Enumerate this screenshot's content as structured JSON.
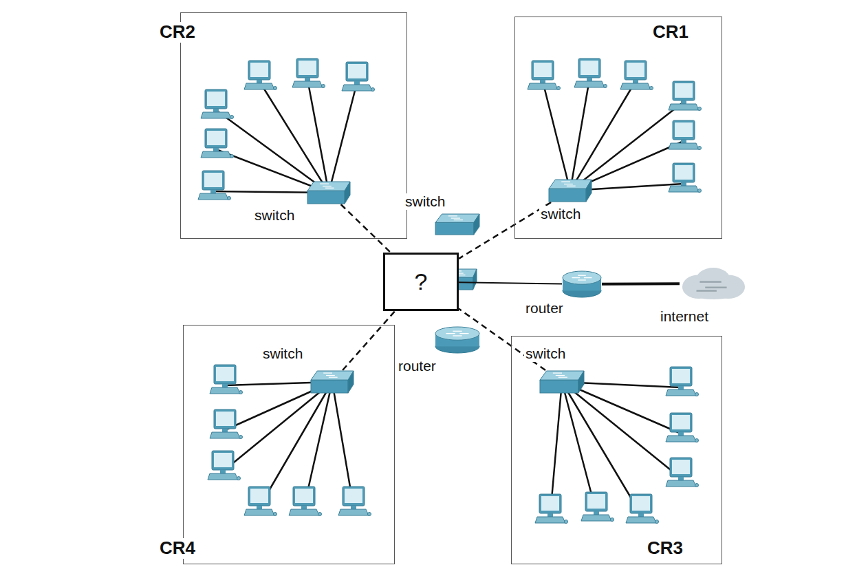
{
  "diagram": {
    "nodes": [
      {
        "text": [
          "CR2"
        ]
      },
      {
        "text": [
          "CR1"
        ]
      },
      {
        "text": [
          "switch"
        ],
        "in": 0
      },
      {
        "text": [
          "switch"
        ],
        "in": 1
      },
      {
        "text": [
          "switch"
        ]
      },
      {
        "text": [
          "?"
        ]
      },
      {
        "text": [
          "router"
        ]
      },
      {
        "text": [
          "internet"
        ]
      },
      {
        "text": [
          "router"
        ]
      },
      {
        "text": [
          "CR4"
        ]
      },
      {
        "text": [
          "switch"
        ],
        "in": 9
      },
      {
        "text": [
          "CR3"
        ]
      },
      {
        "text": [
          "switch"
        ],
        "in": 11
      }
    ],
    "edges": [
      {
        "from": 2,
        "to": 5,
        "arrow": "none"
      },
      {
        "from": 3,
        "to": 5,
        "arrow": "none"
      },
      {
        "from": 10,
        "to": 5,
        "arrow": "none"
      },
      {
        "from": 12,
        "to": 5,
        "arrow": "none"
      },
      {
        "from": 5,
        "to": 6,
        "arrow": "none"
      },
      {
        "from": 6,
        "to": 7,
        "arrow": "none"
      }
    ]
  }
}
